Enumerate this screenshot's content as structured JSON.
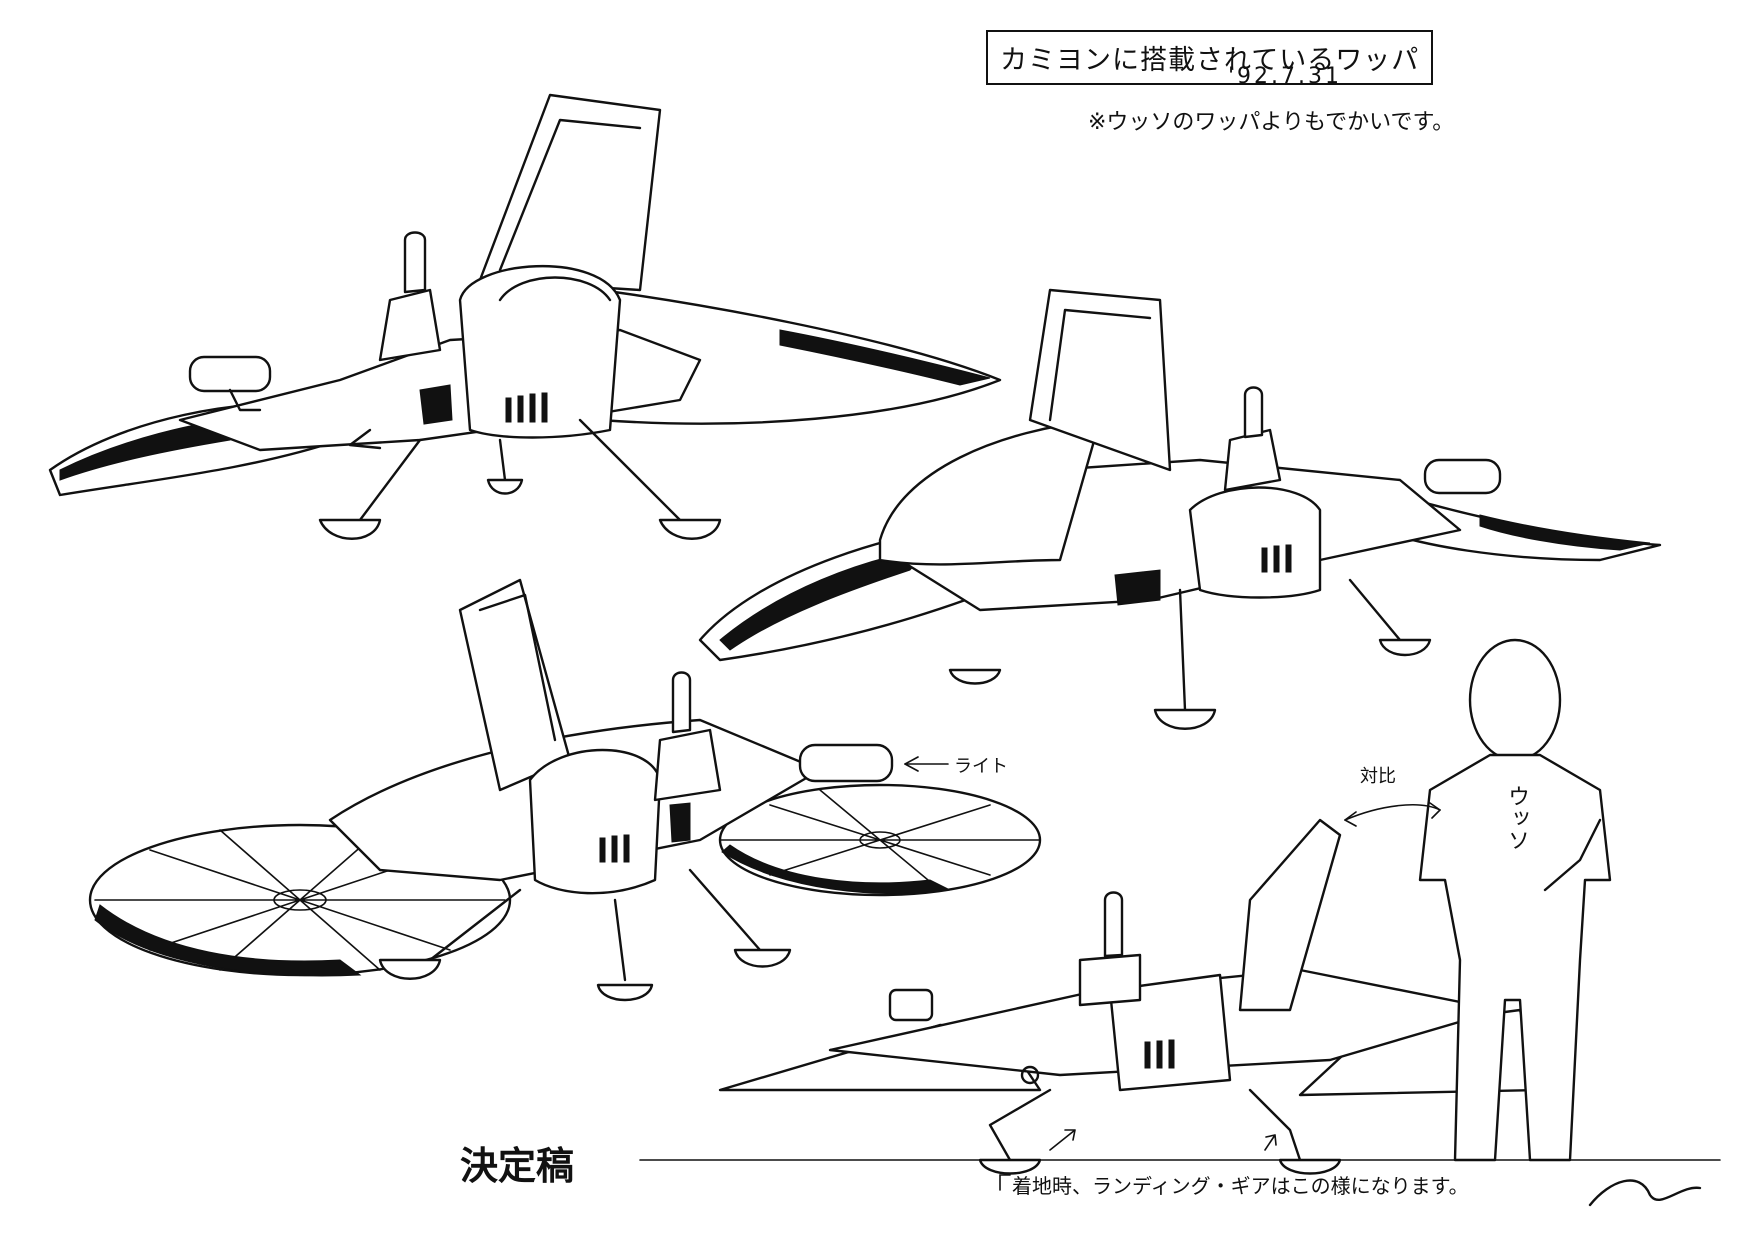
{
  "sheet": {
    "title": "カミヨンに搭載されているワッパ",
    "date": "'92.7.31",
    "note": "※ウッソのワッパよりもでかいです。",
    "stamp": "決定稿",
    "bottom_note": "着地時、ランディング・ギアはこの様になります。"
  },
  "callouts": {
    "light": "ライト",
    "comparison": "対比",
    "figure": "ウッソ"
  },
  "colors": {
    "ink": "#111111",
    "paper": "#ffffff"
  }
}
